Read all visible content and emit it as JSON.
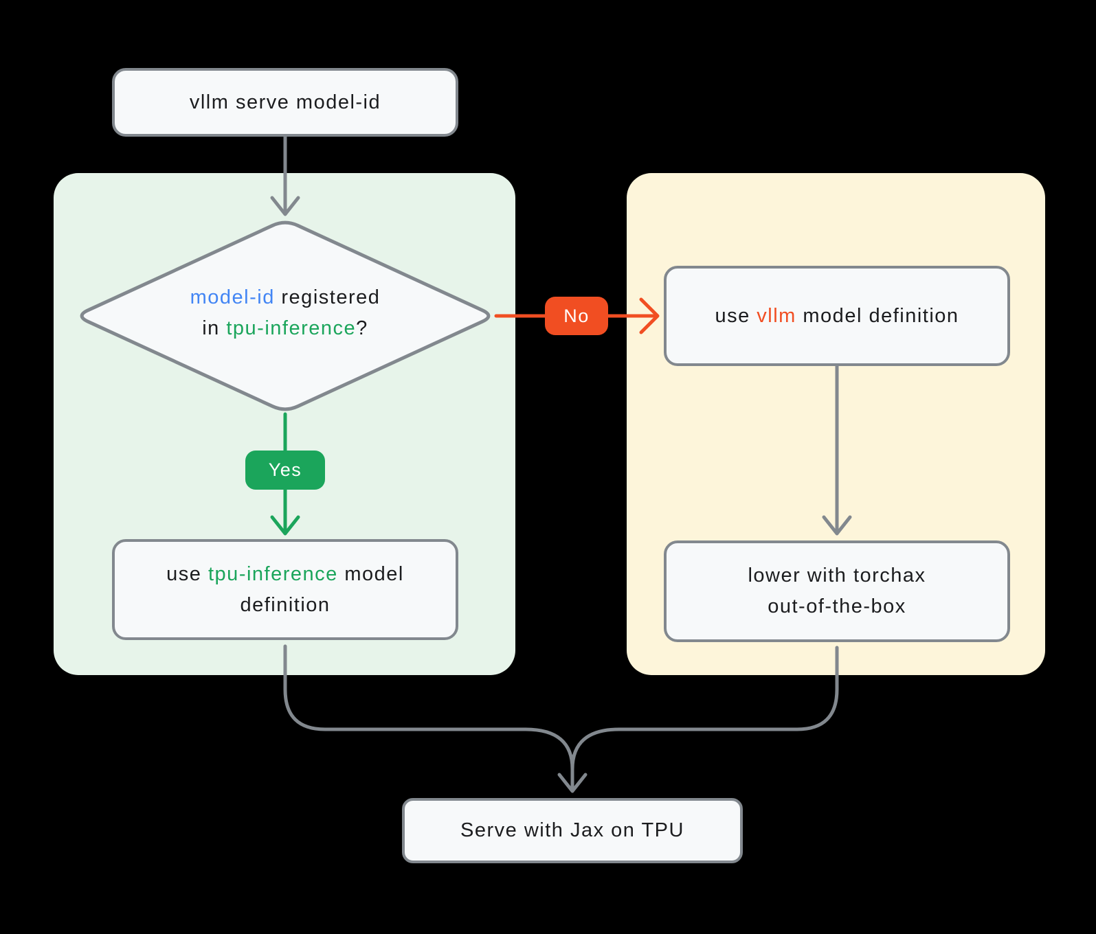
{
  "colors": {
    "background": "#000000",
    "yes_branch_panel": "#e7f4ea",
    "no_branch_panel": "#fdf5da",
    "node_fill": "#f7f9fa",
    "node_border": "#82888e",
    "arrow_gray": "#82888e",
    "green_accent": "#1ba55b",
    "orange_accent": "#f14e22",
    "blue_accent": "#4285f4",
    "text": "#1b1c1e"
  },
  "nodes": {
    "start": {
      "label": "vllm serve model-id"
    },
    "decision": {
      "line1": {
        "model_id": "model-id",
        "rest": " registered"
      },
      "line2": {
        "prefix": "in ",
        "tpu_inference": "tpu-inference",
        "suffix": "?"
      }
    },
    "yes_result": {
      "line1": {
        "prefix": "use ",
        "tpu_inference": "tpu-inference",
        "suffix": " model"
      },
      "line2": "definition"
    },
    "no_result": {
      "line1": {
        "prefix": "use ",
        "vllm": "vllm",
        "suffix": " model definition"
      }
    },
    "lower": {
      "line1": "lower with torchax",
      "line2": "out-of-the-box"
    },
    "serve": {
      "label": "Serve with Jax on TPU"
    }
  },
  "edges": {
    "yes_label": "Yes",
    "no_label": "No"
  }
}
